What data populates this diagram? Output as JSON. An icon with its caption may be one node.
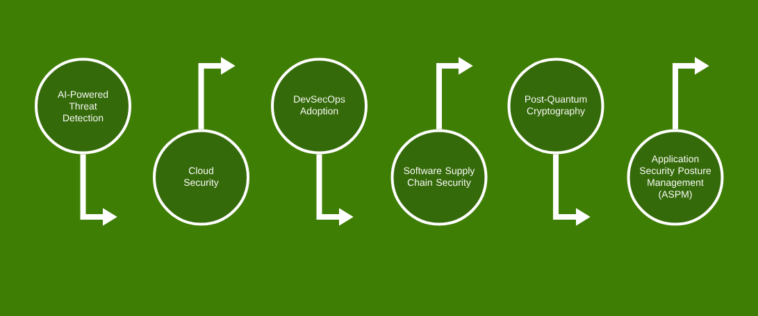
{
  "diagram": {
    "nodes": [
      {
        "text": [
          "AI-Powered Threat Detection"
        ]
      },
      {
        "text": [
          "Cloud Security"
        ]
      },
      {
        "text": [
          "DevSecOps Adoption"
        ]
      },
      {
        "text": [
          "Software Supply Chain Security"
        ]
      },
      {
        "text": [
          "Post-Quantum Cryptography"
        ]
      },
      {
        "text": [
          "Application Security Posture Management (ASPM)"
        ]
      }
    ],
    "edges": [
      {
        "from": 0,
        "to": null,
        "arrow": "to"
      },
      {
        "from": 1,
        "to": null,
        "arrow": "to"
      },
      {
        "from": 2,
        "to": null,
        "arrow": "to"
      },
      {
        "from": 3,
        "to": null,
        "arrow": "to"
      },
      {
        "from": 4,
        "to": null,
        "arrow": "to"
      },
      {
        "from": 5,
        "to": null,
        "arrow": "to"
      }
    ]
  }
}
